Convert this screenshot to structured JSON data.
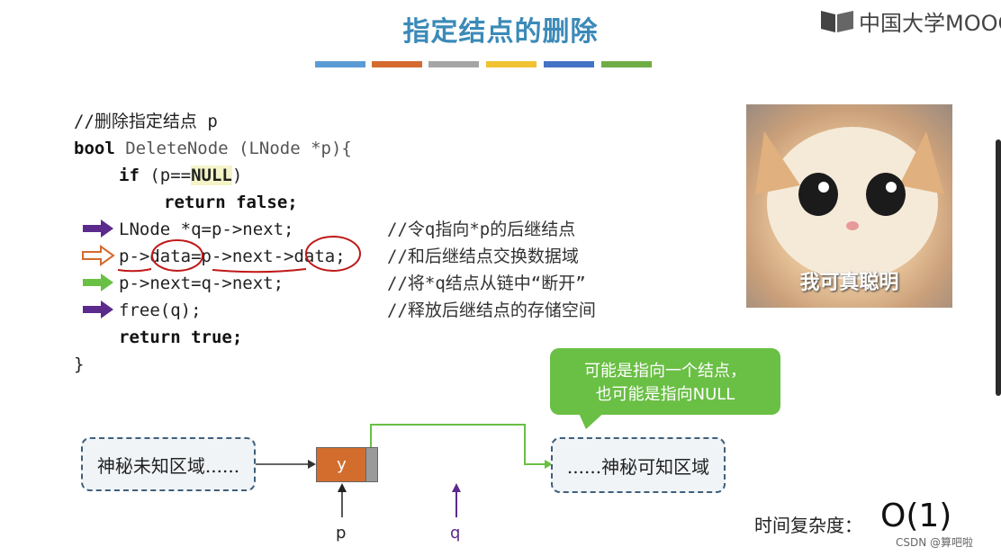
{
  "slide": {
    "title": "指定结点的删除",
    "accent_colors": [
      "#5b9bd5",
      "#d46a2f",
      "#a5a5a5",
      "#f1c232",
      "#4472c4",
      "#70ad47"
    ]
  },
  "logo": {
    "text": "中国大学MOOC",
    "icon": "book-logo-icon"
  },
  "code": {
    "lines": [
      "//删除指定结点 p",
      "bool",
      "DeleteNode (LNode *p){",
      "if",
      "(p==",
      "NULL",
      ")",
      "return false;",
      "LNode *q=p->next;",
      "p->data=p->next->data;",
      "p->next=q->next;",
      "free(q);",
      "return true;",
      "}"
    ],
    "comments": [
      "//令q指向*p的后继结点",
      "//和后继结点交换数据域",
      "//将*q结点从链中“断开”",
      "//释放后继结点的存储空间"
    ],
    "arrow_colors": [
      "#5b2a8c",
      "#d46a2f",
      "#6abf45",
      "#5b2a8c"
    ]
  },
  "cat_image": {
    "caption": "我可真聪明"
  },
  "callout": {
    "line1": "可能是指向一个结点，",
    "line2": "也可能是指向NULL"
  },
  "diagram": {
    "left_region": "神秘未知区域......",
    "right_region": "......神秘可知区域",
    "node_value": "y",
    "pointer_p": "p",
    "pointer_q": "q"
  },
  "complexity": {
    "label": "时间复杂度：",
    "value": "O(1)"
  },
  "watermark": "CSDN @算吧啦"
}
